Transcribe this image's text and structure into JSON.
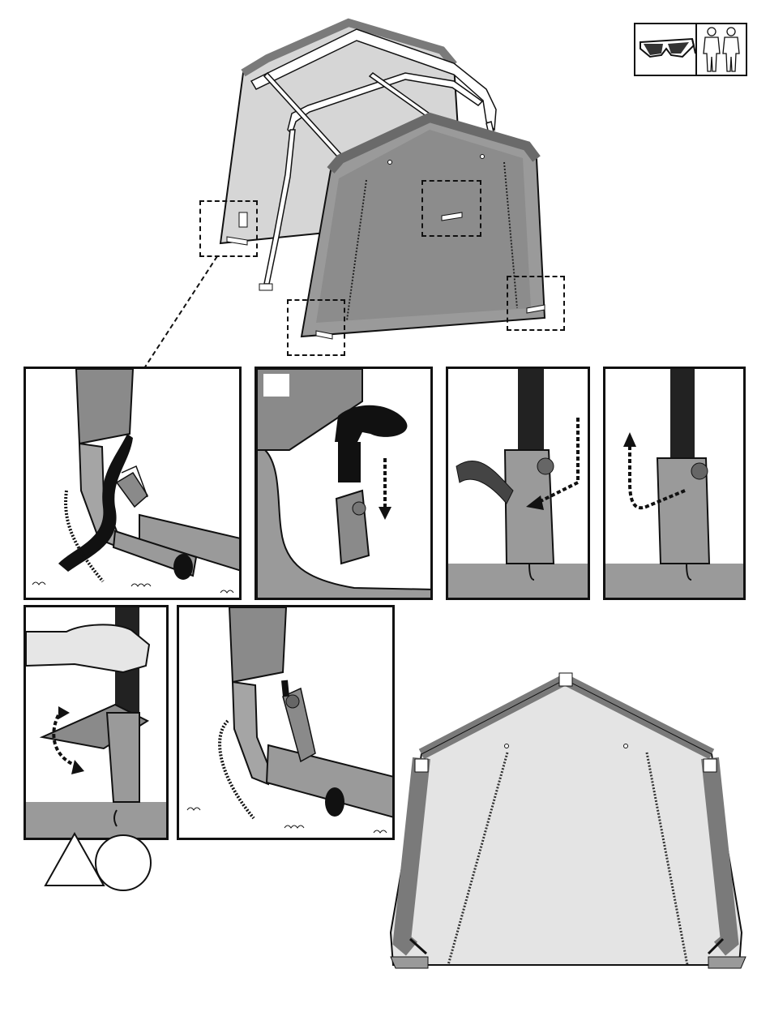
{
  "page": {
    "title": "",
    "steps": []
  },
  "ppe": {
    "icons": [
      "safety-glasses-icon",
      "two-person-icon"
    ]
  },
  "overview": {
    "callouts": [
      "front-left-corner",
      "rear-right-corner",
      "front-left-base",
      "front-right-base"
    ]
  },
  "panels": [
    {
      "id": "strap-threading"
    },
    {
      "id": "strap-insert"
    },
    {
      "id": "strap-feed-through"
    },
    {
      "id": "strap-pull-up"
    },
    {
      "id": "ratchet-tighten"
    },
    {
      "id": "ratchet-secured"
    }
  ],
  "caution": {
    "triangle_text": "",
    "circle_text": ""
  },
  "colors": {
    "line": "#111111",
    "fabric_dark": "#8a8a8a",
    "fabric_light": "#cfcfcf",
    "frame": "#9a9a9a",
    "strap": "#222222",
    "ground": "#a0a0a0"
  }
}
